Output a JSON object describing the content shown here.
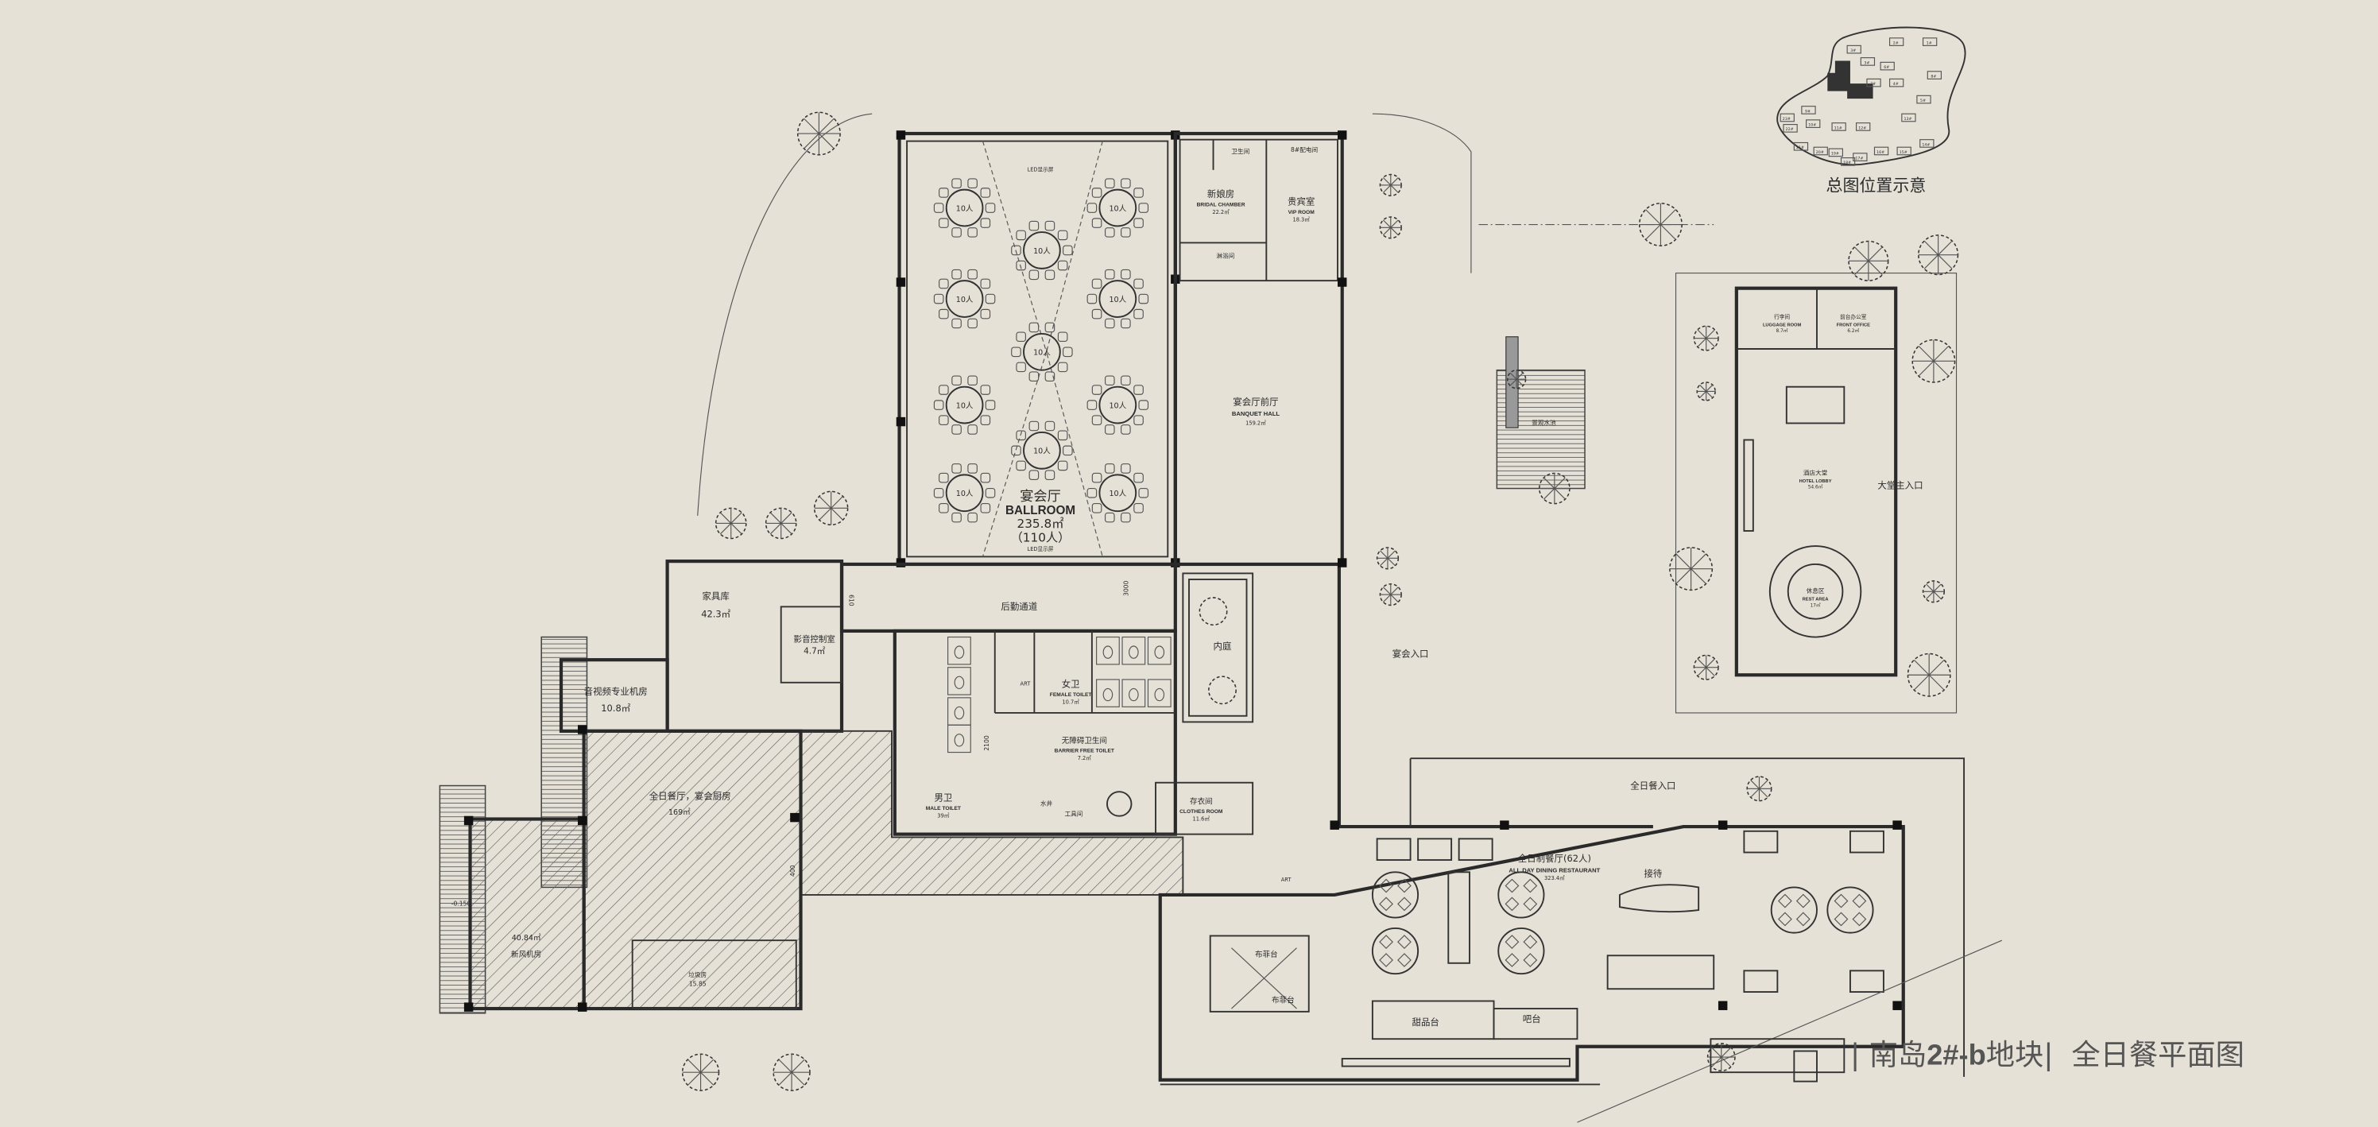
{
  "title": {
    "prefix": "| 南岛",
    "bold": "2#-b",
    "suffix": "地块|",
    "plan_name": "全日餐平面图"
  },
  "site_map": {
    "caption": "总图位置示意",
    "buildings": [
      "1#",
      "2#",
      "3#",
      "3#",
      "4#",
      "5#",
      "6#",
      "7#",
      "8#",
      "9#",
      "10#",
      "11#",
      "12#",
      "13#",
      "14#",
      "15#",
      "16#",
      "17#",
      "18#",
      "19#",
      "20#",
      "21#",
      "22#",
      "23#"
    ]
  },
  "rooms": [
    {
      "cn": "宴会厅",
      "en": "BALLROOM",
      "area": "235.8㎡",
      "capacity": "（110人）"
    },
    {
      "cn": "宴会厅前厅",
      "en": "BANQUET HALL",
      "area": "159.2㎡"
    },
    {
      "cn": "新娘房",
      "en": "BRIDAL CHAMBER",
      "area": "22.2㎡"
    },
    {
      "cn": "贵宾室",
      "en": "VIP ROOM",
      "area": "18.3㎡"
    },
    {
      "cn": "卫生间"
    },
    {
      "cn": "8#配电间"
    },
    {
      "cn": "淋浴间"
    },
    {
      "cn": "后勤通道"
    },
    {
      "cn": "女卫",
      "en": "FEMALE TOILET",
      "area": "10.7㎡"
    },
    {
      "cn": "男卫",
      "en": "MALE TOILET",
      "area": "39㎡"
    },
    {
      "cn": "无障碍卫生间",
      "en": "BARRIER FREE TOILET",
      "area": "7.2㎡"
    },
    {
      "cn": "存衣间",
      "en": "CLOTHES ROOM",
      "area": "11.6㎡"
    },
    {
      "cn": "水井"
    },
    {
      "cn": "工具间"
    },
    {
      "cn": "内庭"
    },
    {
      "cn": "家具库",
      "area": "42.3㎡"
    },
    {
      "cn": "影音控制室",
      "area": "4.7㎡"
    },
    {
      "cn": "音视频专业机房",
      "area": "10.8㎡"
    },
    {
      "cn": "全日餐厅，宴会厨房",
      "area": "169㎡"
    },
    {
      "cn": "新风机房",
      "area": "40.84㎡"
    },
    {
      "cn": "垃圾房",
      "area": "15.85"
    },
    {
      "cn": "全日制餐厅(62人)",
      "en": "ALL DAY DINING RESTAURANT",
      "area": "323.4㎡"
    },
    {
      "cn": "接待"
    },
    {
      "cn": "甜品台"
    },
    {
      "cn": "吧台"
    },
    {
      "cn": "布菲台"
    },
    {
      "cn": "行李间",
      "en": "LUGGAGE ROOM",
      "area": "8.7㎡"
    },
    {
      "cn": "前台办公室",
      "en": "FRONT OFFICE",
      "area": "6.2㎡"
    },
    {
      "cn": "酒店大堂",
      "en": "HOTEL LOBBY",
      "area": "54.6㎡"
    },
    {
      "cn": "休息区",
      "en": "REST AREA",
      "area": "17㎡"
    },
    {
      "cn": "景观水池"
    }
  ],
  "entrances": {
    "banquet": "宴会入口",
    "dining": "全日餐入口",
    "lobby": "大堂主入口"
  },
  "annotations": {
    "led": "LED显示屏",
    "art": "ART",
    "table_label": "10人",
    "dim_3000": "3000",
    "dim_2100": "2100",
    "dim_400": "400",
    "dim_610": "610",
    "level": "-0.150"
  }
}
